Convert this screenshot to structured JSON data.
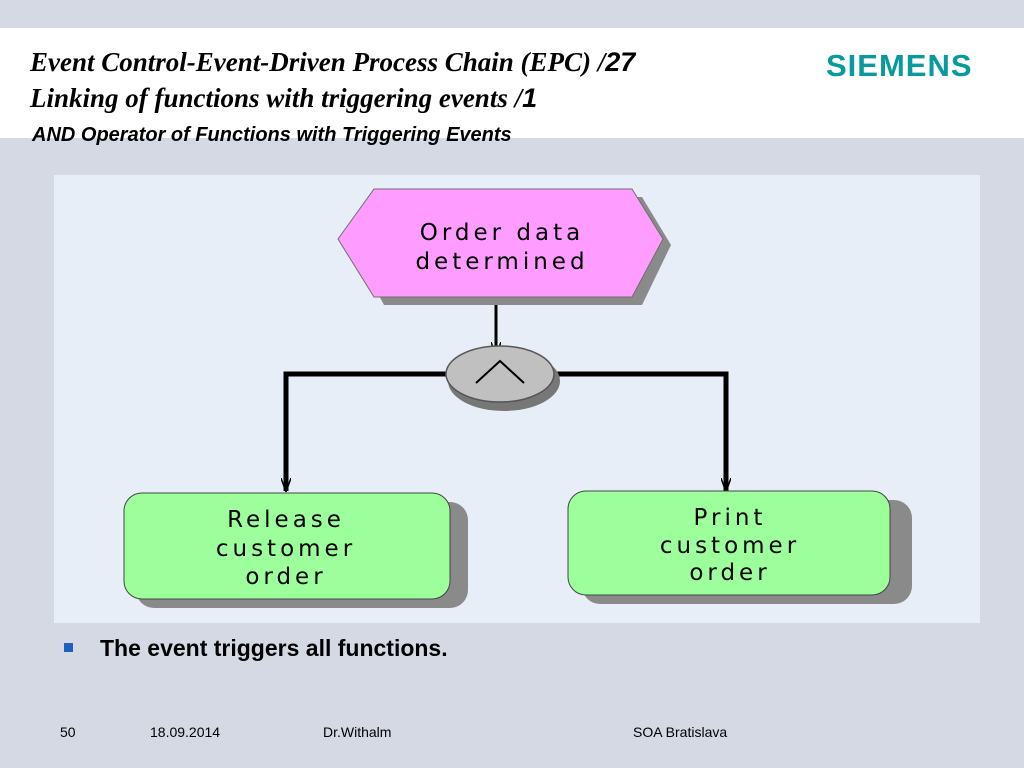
{
  "header": {
    "title_line1_text": "Event Control-Event-Driven Process Chain (EPC) /",
    "title_line1_number": "27",
    "title_line2_text": "Linking of functions with triggering events /",
    "title_line2_number": "1",
    "subtitle": "AND Operator of Functions with Triggering Events",
    "logo": "SIEMENS"
  },
  "colors": {
    "event_fill": "#ff9cff",
    "function_fill": "#9cff9c",
    "operator_fill": "#c0c0c0",
    "logo": "#089a9c",
    "bullet": "#1f5fbf"
  },
  "diagram": {
    "event": {
      "line1": "Order data",
      "line2": "determined"
    },
    "operator": {
      "type": "AND",
      "symbol": "^"
    },
    "functions": [
      {
        "line1": "Release",
        "line2": "customer",
        "line3": "order"
      },
      {
        "line1": "Print",
        "line2": "customer",
        "line3": "order"
      }
    ]
  },
  "body": {
    "bullet": "The event triggers all functions."
  },
  "footer": {
    "page": "50",
    "date": "18.09.2014",
    "author": "Dr.Withalm",
    "event": "SOA Bratislava"
  }
}
